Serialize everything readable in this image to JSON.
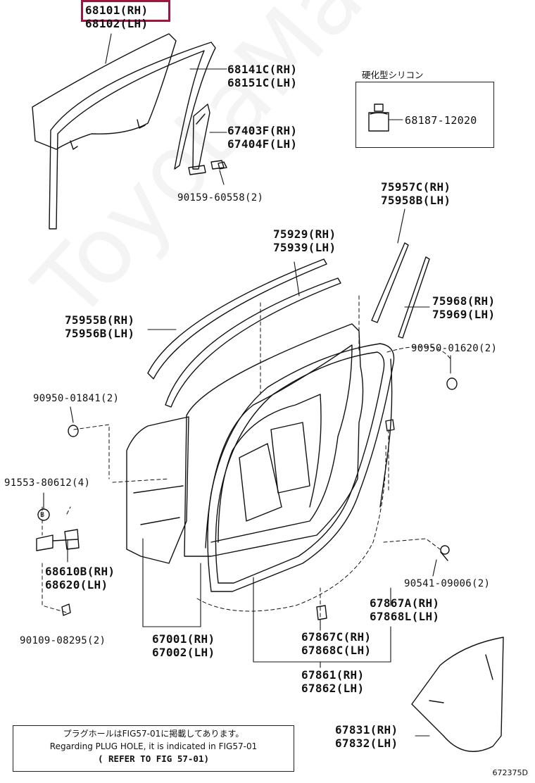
{
  "watermark": "ToyotaMarMine.ru",
  "parts": {
    "p68101": "68101(RH)",
    "p68102": "68102(LH)",
    "p68141": "68141C(RH)",
    "p68151": "68151C(LH)",
    "p67403": "67403F(RH)",
    "p67404": "67404F(LH)",
    "p90159": "90159-60558(2)",
    "p68187": "68187-12020",
    "p75957": "75957C(RH)",
    "p75958": "75958B(LH)",
    "p75929": "75929(RH)",
    "p75939": "75939(LH)",
    "p75968": "75968(RH)",
    "p75969": "75969(LH)",
    "p75955": "75955B(RH)",
    "p75956": "75956B(LH)",
    "p90950_1620": "90950-01620(2)",
    "p90950_1841": "90950-01841(2)",
    "p91553": "91553-80612(4)",
    "p68610": "68610B(RH)",
    "p68620": "68620(LH)",
    "p90541": "90541-09006(2)",
    "p67867": "67867A(RH)",
    "p67868L": "67868L(LH)",
    "p67001": "67001(RH)",
    "p67002": "67002(LH)",
    "p67867C": "67867C(RH)",
    "p67868C": "67868C(LH)",
    "p90109": "90109-08295(2)",
    "p67861": "67861(RH)",
    "p67862": "67862(LH)",
    "p67831": "67831(RH)",
    "p67832": "67832(LH)"
  },
  "silicone_box": {
    "title": "硬化型シリコン"
  },
  "callout_b": "B",
  "note": {
    "line1": "プラグホールはFIG57-01に掲載してあります。",
    "line2": "Regarding PLUG HOLE, it is indicated in FIG57-01",
    "line3": "( REFER TO FIG 57-01)"
  },
  "figure_code": "672375D"
}
